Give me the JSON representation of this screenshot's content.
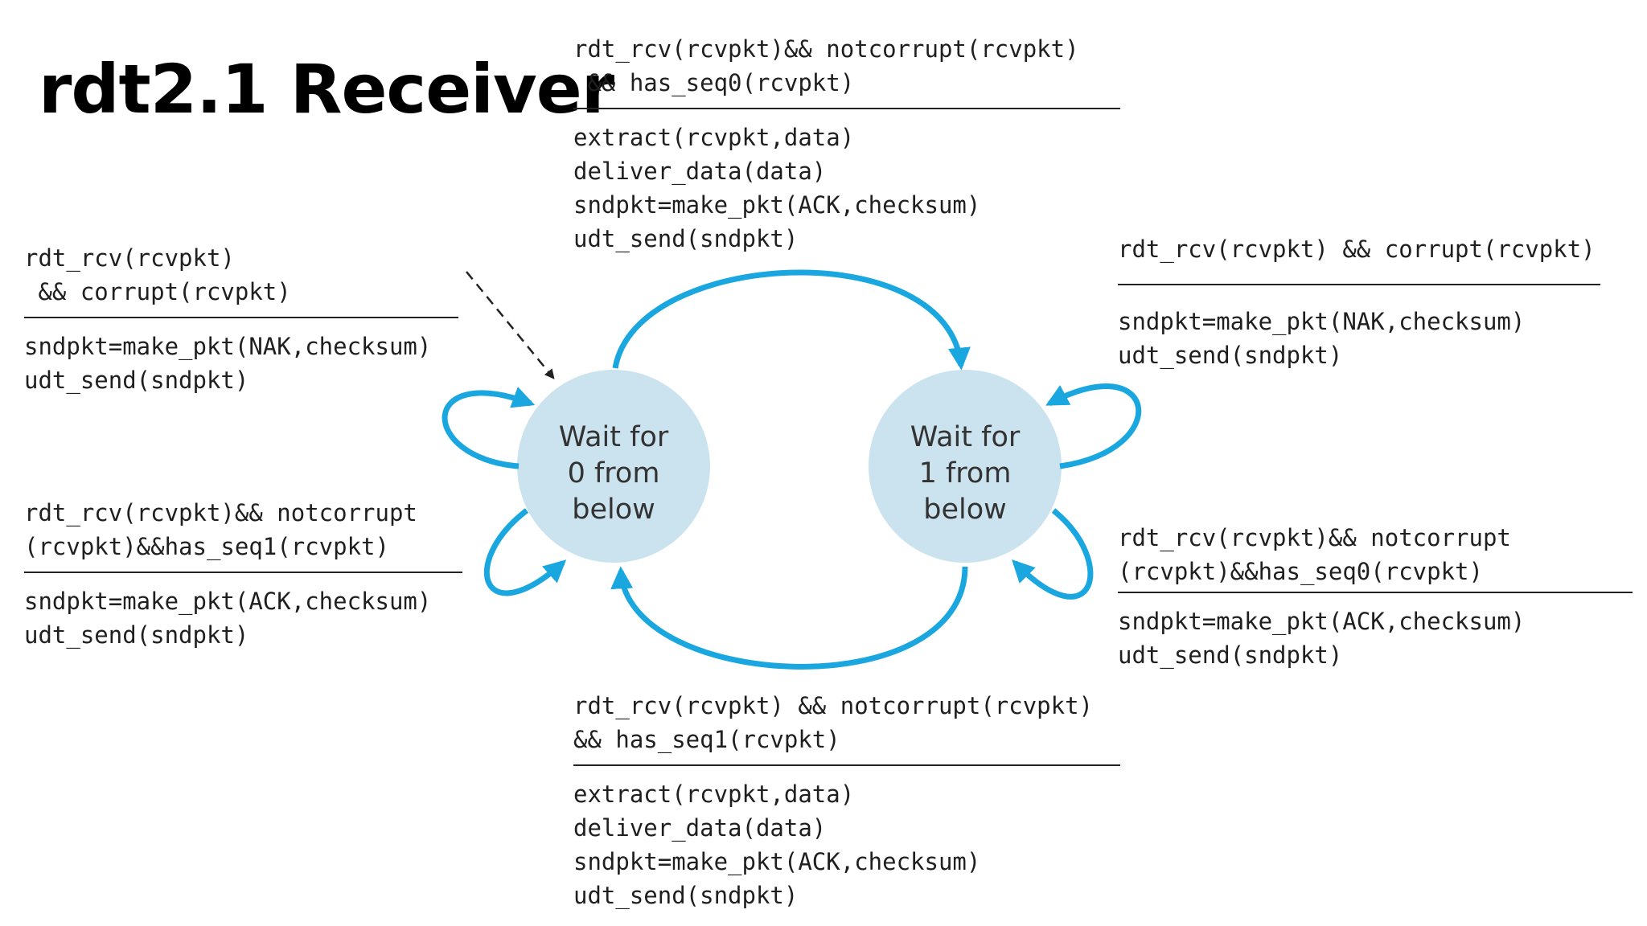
{
  "title": "rdt2.1 Receiver",
  "colors": {
    "state_fill": "#cbe3ee",
    "arrow": "#1aa7e0",
    "text": "#1f1f1f",
    "title": "#000000"
  },
  "states": [
    {
      "id": "wait0",
      "lines": [
        "Wait for",
        "0 from",
        "below"
      ]
    },
    {
      "id": "wait1",
      "lines": [
        "Wait for",
        "1 from",
        "below"
      ]
    }
  ],
  "transitions": {
    "top": {
      "event": [
        "rdt_rcv(rcvpkt)&& notcorrupt(rcvpkt)",
        " && has_seq0(rcvpkt)"
      ],
      "actions": [
        "extract(rcvpkt,data)",
        "deliver_data(data)",
        "sndpkt=make_pkt(ACK,checksum)",
        "udt_send(sndpkt)"
      ]
    },
    "left_upper": {
      "event": [
        "rdt_rcv(rcvpkt)",
        " && corrupt(rcvpkt)"
      ],
      "actions": [
        "sndpkt=make_pkt(NAK,checksum)",
        "udt_send(sndpkt)"
      ]
    },
    "left_lower": {
      "event": [
        "rdt_rcv(rcvpkt)&& notcorrupt",
        "(rcvpkt)&&has_seq1(rcvpkt)"
      ],
      "actions": [
        "sndpkt=make_pkt(ACK,checksum)",
        "udt_send(sndpkt)"
      ]
    },
    "right_upper": {
      "event": [
        "rdt_rcv(rcvpkt) && corrupt(rcvpkt)"
      ],
      "actions": [
        "sndpkt=make_pkt(NAK,checksum)",
        "udt_send(sndpkt)"
      ]
    },
    "right_lower": {
      "event": [
        "rdt_rcv(rcvpkt)&& notcorrupt",
        "(rcvpkt)&&has_seq0(rcvpkt)"
      ],
      "actions": [
        "sndpkt=make_pkt(ACK,checksum)",
        "udt_send(sndpkt)"
      ]
    },
    "bottom": {
      "event": [
        "rdt_rcv(rcvpkt) && notcorrupt(rcvpkt)",
        "&& has_seq1(rcvpkt)"
      ],
      "actions": [
        "extract(rcvpkt,data)",
        "deliver_data(data)",
        "sndpkt=make_pkt(ACK,checksum)",
        "udt_send(sndpkt)"
      ]
    }
  }
}
